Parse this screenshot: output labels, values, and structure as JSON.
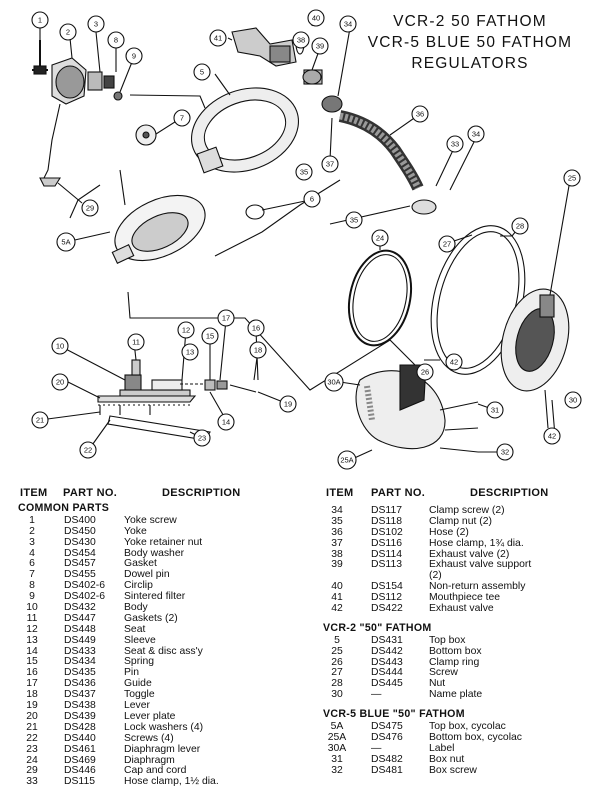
{
  "title": {
    "line1": "VCR-2  50  FATHOM",
    "line2": "VCR-5  BLUE  50  FATHOM",
    "line3": "REGULATORS"
  },
  "column_headers": {
    "item": "ITEM",
    "part_no": "PART NO.",
    "description": "DESCRIPTION"
  },
  "callouts": [
    "1",
    "2",
    "3",
    "8",
    "9",
    "7",
    "5",
    "6",
    "5A",
    "29",
    "41",
    "38",
    "39",
    "40",
    "34",
    "35",
    "36",
    "37",
    "33",
    "34",
    "35",
    "24",
    "25",
    "27",
    "28",
    "26",
    "30A",
    "25A",
    "42",
    "31",
    "32",
    "30",
    "42",
    "10",
    "11",
    "12",
    "13",
    "15",
    "17",
    "16",
    "18",
    "19",
    "20",
    "21",
    "22",
    "23",
    "14"
  ],
  "left_section": {
    "title": "COMMON  PARTS",
    "rows": [
      {
        "item": "1",
        "part": "DS400",
        "desc": "Yoke screw"
      },
      {
        "item": "2",
        "part": "DS450",
        "desc": "Yoke"
      },
      {
        "item": "3",
        "part": "DS430",
        "desc": "Yoke retainer nut"
      },
      {
        "item": "4",
        "part": "DS454",
        "desc": "Body washer"
      },
      {
        "item": "6",
        "part": "DS457",
        "desc": "Gasket"
      },
      {
        "item": "7",
        "part": "DS455",
        "desc": "Dowel pin"
      },
      {
        "item": "8",
        "part": "DS402-6",
        "desc": "Circlip"
      },
      {
        "item": "9",
        "part": "DS402-6",
        "desc": "Sintered filter"
      },
      {
        "item": "10",
        "part": "DS432",
        "desc": "Body"
      },
      {
        "item": "11",
        "part": "DS447",
        "desc": "Gaskets (2)"
      },
      {
        "item": "12",
        "part": "DS448",
        "desc": "Seat"
      },
      {
        "item": "13",
        "part": "DS449",
        "desc": "Sleeve"
      },
      {
        "item": "14",
        "part": "DS433",
        "desc": "Seat & disc ass'y"
      },
      {
        "item": "15",
        "part": "DS434",
        "desc": "Spring"
      },
      {
        "item": "16",
        "part": "DS435",
        "desc": "Pin"
      },
      {
        "item": "17",
        "part": "DS436",
        "desc": "Guide"
      },
      {
        "item": "18",
        "part": "DS437",
        "desc": "Toggle"
      },
      {
        "item": "19",
        "part": "DS438",
        "desc": "Lever"
      },
      {
        "item": "20",
        "part": "DS439",
        "desc": "Lever plate"
      },
      {
        "item": "21",
        "part": "DS428",
        "desc": "Lock washers (4)"
      },
      {
        "item": "22",
        "part": "DS440",
        "desc": "Screws (4)"
      },
      {
        "item": "23",
        "part": "DS461",
        "desc": "Diaphragm lever"
      },
      {
        "item": "24",
        "part": "DS469",
        "desc": "Diaphragm"
      },
      {
        "item": "29",
        "part": "DS446",
        "desc": "Cap and cord"
      },
      {
        "item": "33",
        "part": "DS115",
        "desc": "Hose clamp, 1½ dia."
      }
    ]
  },
  "right_sections": [
    {
      "title": "",
      "rows": [
        {
          "item": "34",
          "part": "DS117",
          "desc": "Clamp screw (2)"
        },
        {
          "item": "35",
          "part": "DS118",
          "desc": "Clamp nut (2)"
        },
        {
          "item": "36",
          "part": "DS102",
          "desc": "Hose (2)"
        },
        {
          "item": "37",
          "part": "DS116",
          "desc": "Hose clamp, 1¾ dia."
        },
        {
          "item": "38",
          "part": "DS114",
          "desc": "Exhaust valve (2)"
        },
        {
          "item": "39",
          "part": "DS113",
          "desc": "Exhaust  valve  support"
        },
        {
          "item": "",
          "part": "",
          "desc": "(2)"
        },
        {
          "item": "40",
          "part": "DS154",
          "desc": "Non-return assembly"
        },
        {
          "item": "41",
          "part": "DS112",
          "desc": "Mouthpiece tee"
        },
        {
          "item": "42",
          "part": "DS422",
          "desc": "Exhaust valve"
        }
      ]
    },
    {
      "title": "VCR-2  \"50\"  FATHOM",
      "rows": [
        {
          "item": "5",
          "part": "DS431",
          "desc": "Top box"
        },
        {
          "item": "25",
          "part": "DS442",
          "desc": "Bottom box"
        },
        {
          "item": "26",
          "part": "DS443",
          "desc": "Clamp ring"
        },
        {
          "item": "27",
          "part": "DS444",
          "desc": "Screw"
        },
        {
          "item": "28",
          "part": "DS445",
          "desc": "Nut"
        },
        {
          "item": "30",
          "part": "—",
          "desc": "Name plate"
        }
      ]
    },
    {
      "title": "VCR-5  BLUE  \"50\"  FATHOM",
      "rows": [
        {
          "item": "5A",
          "part": "DS475",
          "desc": "Top box, cycolac"
        },
        {
          "item": "25A",
          "part": "DS476",
          "desc": "Bottom box, cycolac"
        },
        {
          "item": "30A",
          "part": "—",
          "desc": "Label"
        },
        {
          "item": "31",
          "part": "DS482",
          "desc": "Box nut"
        },
        {
          "item": "32",
          "part": "DS481",
          "desc": "Box screw"
        }
      ]
    }
  ]
}
